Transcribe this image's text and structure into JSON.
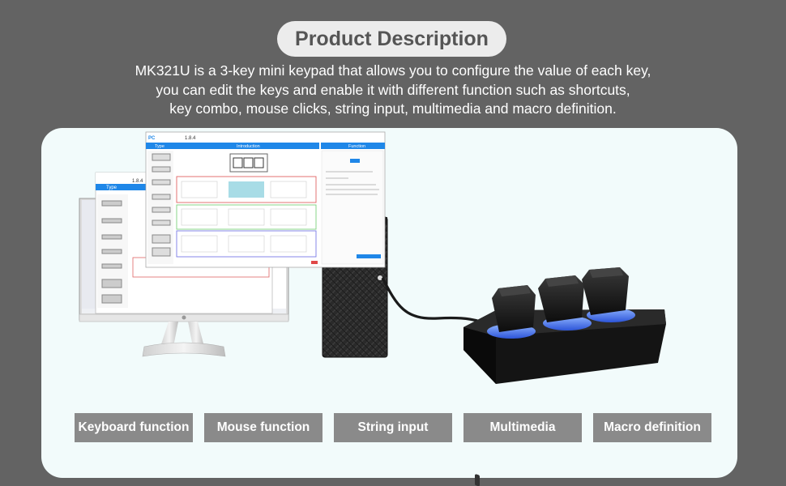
{
  "header": {
    "title": "Product Description",
    "description_lines": [
      "MK321U is a 3-key mini keypad that  allows you to configure the value of each key,",
      "you can edit the keys and enable it with different function such as shortcuts,",
      "key combo, mouse clicks, string input, multimedia and macro definition."
    ]
  },
  "software": {
    "version": "1.8.4",
    "panel_type": "Type",
    "panel_intro": "Introduction",
    "panel_function": "Function"
  },
  "features": [
    "Keyboard function",
    "Mouse function",
    "String input",
    "Multimedia",
    "Macro definition"
  ],
  "colors": {
    "page_bg": "#636363",
    "card_bg": "#f2fbfb",
    "pill_bg": "#ececec",
    "feature_bg": "#8a8a8a",
    "app_blue": "#1f87e8",
    "keypad_glow": "#3c78e6"
  }
}
